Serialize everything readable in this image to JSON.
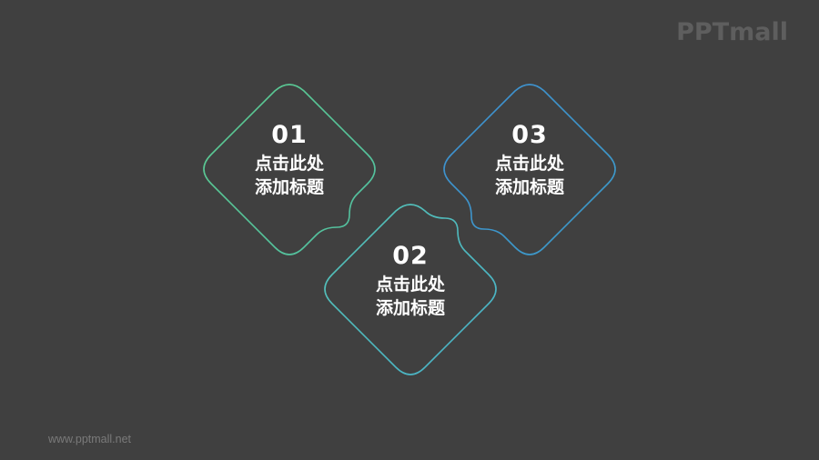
{
  "brand": {
    "logo_text": "PPTmall",
    "footer_url": "www.pptmall.net"
  },
  "colors": {
    "background": "#404040",
    "card_1_stroke": "#56c49a",
    "card_2_stroke": "#4fb6c4",
    "card_3_stroke": "#3d93c9"
  },
  "cards": [
    {
      "number": "01",
      "line1": "点击此处",
      "line2": "添加标题"
    },
    {
      "number": "02",
      "line1": "点击此处",
      "line2": "添加标题"
    },
    {
      "number": "03",
      "line1": "点击此处",
      "line2": "添加标题"
    }
  ]
}
